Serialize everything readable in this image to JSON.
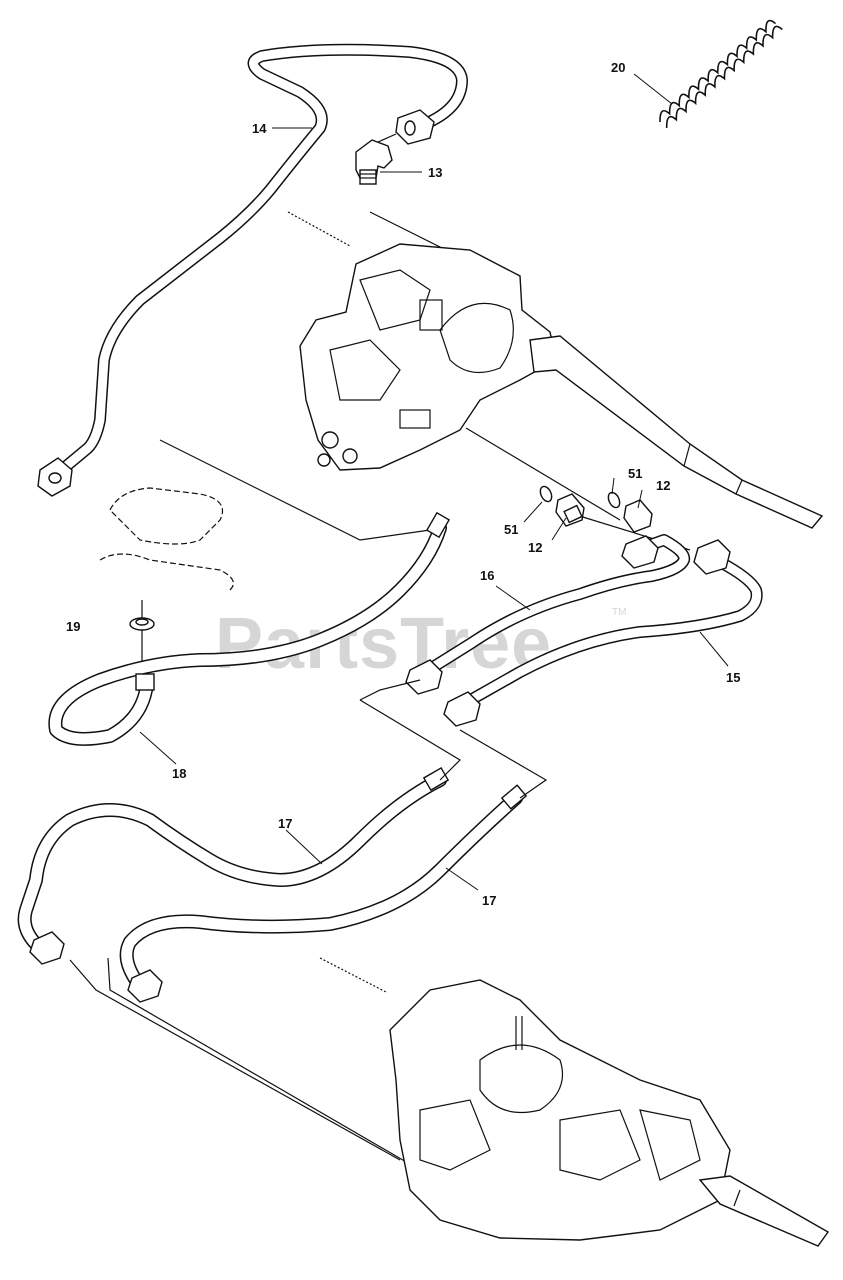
{
  "diagram": {
    "watermark": "PartsTree",
    "trademark": "TM",
    "callouts": [
      {
        "id": "20",
        "label": "20"
      },
      {
        "id": "14",
        "label": "14"
      },
      {
        "id": "13",
        "label": "13"
      },
      {
        "id": "51a",
        "label": "51"
      },
      {
        "id": "12a",
        "label": "12"
      },
      {
        "id": "51b",
        "label": "51"
      },
      {
        "id": "12b",
        "label": "12"
      },
      {
        "id": "16",
        "label": "16"
      },
      {
        "id": "19",
        "label": "19"
      },
      {
        "id": "15",
        "label": "15"
      },
      {
        "id": "18",
        "label": "18"
      },
      {
        "id": "17a",
        "label": "17"
      },
      {
        "id": "17b",
        "label": "17"
      }
    ]
  }
}
